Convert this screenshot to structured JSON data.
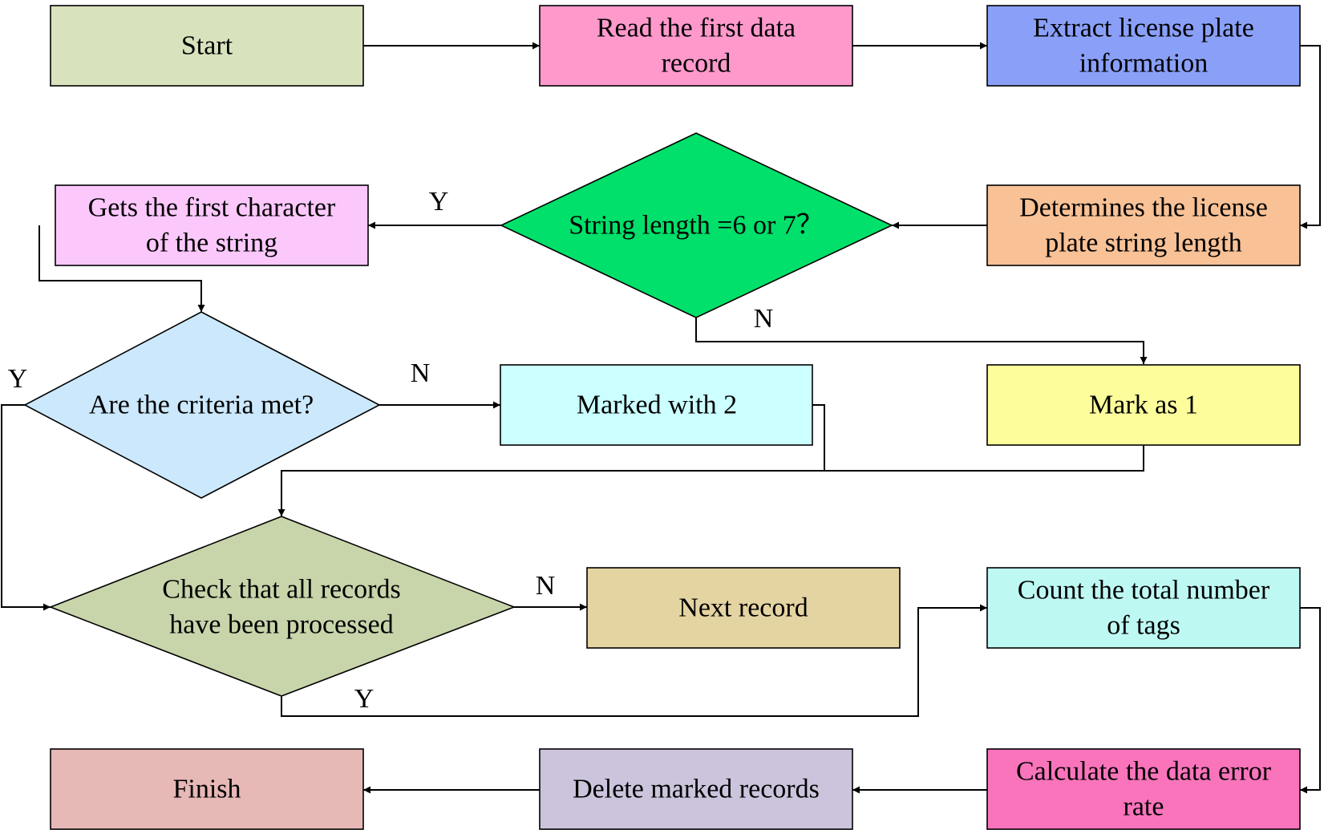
{
  "diagram": {
    "nodes": [
      {
        "id": "start",
        "label": "Start",
        "color": "#d8e3be"
      },
      {
        "id": "read_first",
        "label": "Read the first data record",
        "color": "#ff99cc"
      },
      {
        "id": "extract_plate",
        "label": "Extract license plate information",
        "color": "#8aa0f8"
      },
      {
        "id": "determine_length",
        "label": "Determines the license plate string length",
        "color": "#f8c196"
      },
      {
        "id": "length_check",
        "label": "String length =6 or 7？",
        "color": "#00e06a"
      },
      {
        "id": "first_char",
        "label": "Gets the first character of the string",
        "color": "#fcc8fc"
      },
      {
        "id": "criteria_check",
        "label": "Are the criteria met?",
        "color": "#cce8fc"
      },
      {
        "id": "mark_2",
        "label": "Marked with 2",
        "color": "#ccffff"
      },
      {
        "id": "mark_1",
        "label": "Mark as 1",
        "color": "#fdfd9c"
      },
      {
        "id": "all_processed",
        "label": "Check that all records have been processed",
        "color": "#c8d4aa"
      },
      {
        "id": "next_record",
        "label": "Next record",
        "color": "#e4d4a2"
      },
      {
        "id": "count_tags",
        "label": "Count the total number of tags",
        "color": "#bef8f2"
      },
      {
        "id": "error_rate",
        "label": "Calculate the data error rate",
        "color": "#fa74bc"
      },
      {
        "id": "delete_marked",
        "label": "Delete marked records",
        "color": "#ccc4dc"
      },
      {
        "id": "finish",
        "label": "Finish",
        "color": "#e6b8b6"
      }
    ],
    "edges": [
      {
        "id": "length_yes",
        "label": "Y"
      },
      {
        "id": "length_no",
        "label": "N"
      },
      {
        "id": "criteria_yes",
        "label": "Y"
      },
      {
        "id": "criteria_no",
        "label": "N"
      },
      {
        "id": "processed_no",
        "label": "N"
      },
      {
        "id": "processed_yes",
        "label": "Y"
      }
    ]
  }
}
